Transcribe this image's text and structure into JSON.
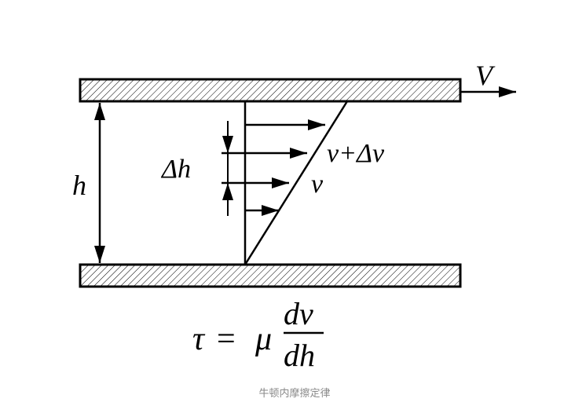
{
  "labels": {
    "plate_velocity": "V",
    "gap_height": "h",
    "delta_h": "Δh",
    "v_plus_dv": "v+Δv",
    "v": "v"
  },
  "formula": {
    "lhs": "τ",
    "eq": "=",
    "coef": "μ",
    "numerator": "dv",
    "denominator": "dh"
  },
  "caption": "牛顿内摩擦定律"
}
